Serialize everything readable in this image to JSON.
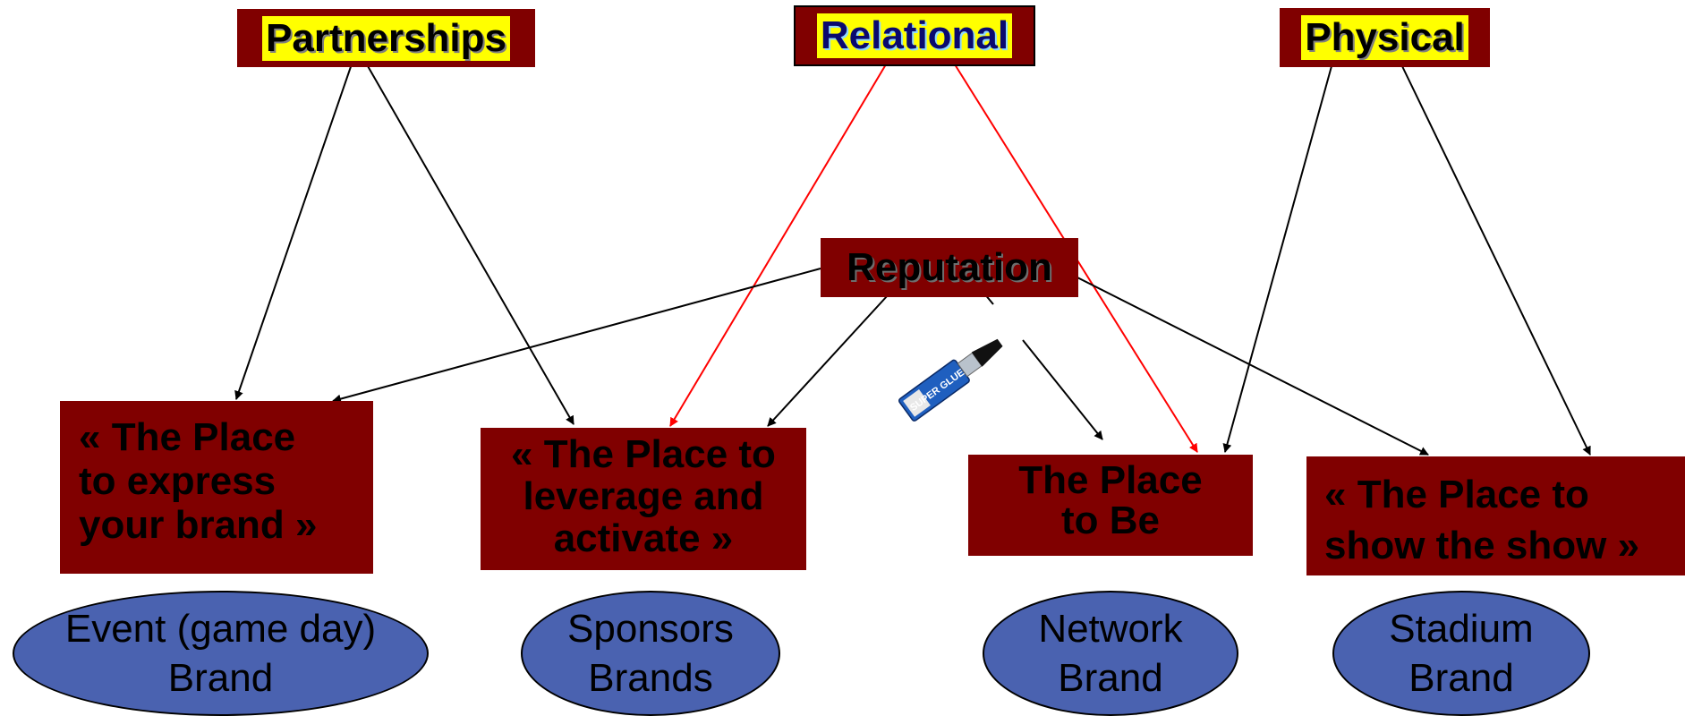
{
  "top_nodes": {
    "partnerships": "Partnerships",
    "relational": "Relational",
    "physical": "Physical"
  },
  "reputation": "Reputation",
  "place_boxes": {
    "express": [
      "« The Place",
      "to express",
      "your brand »"
    ],
    "leverage": [
      "« The Place to",
      "leverage and",
      "activate »"
    ],
    "be": [
      "The Place",
      "to Be"
    ],
    "show": [
      "« The Place to",
      "show the show »"
    ]
  },
  "brands": {
    "event": [
      "Event (game day)",
      "Brand"
    ],
    "sponsors": [
      "Sponsors",
      "Brands"
    ],
    "network": [
      "Network",
      "Brand"
    ],
    "stadium": [
      "Stadium",
      "Brand"
    ]
  },
  "glue_label": "SUPER GLUE",
  "colors": {
    "box_fill": "#800000",
    "label_highlight": "#ffff00",
    "oval_fill": "#4a62b0",
    "arrow_black": "#000000",
    "arrow_red": "#ff0000"
  }
}
